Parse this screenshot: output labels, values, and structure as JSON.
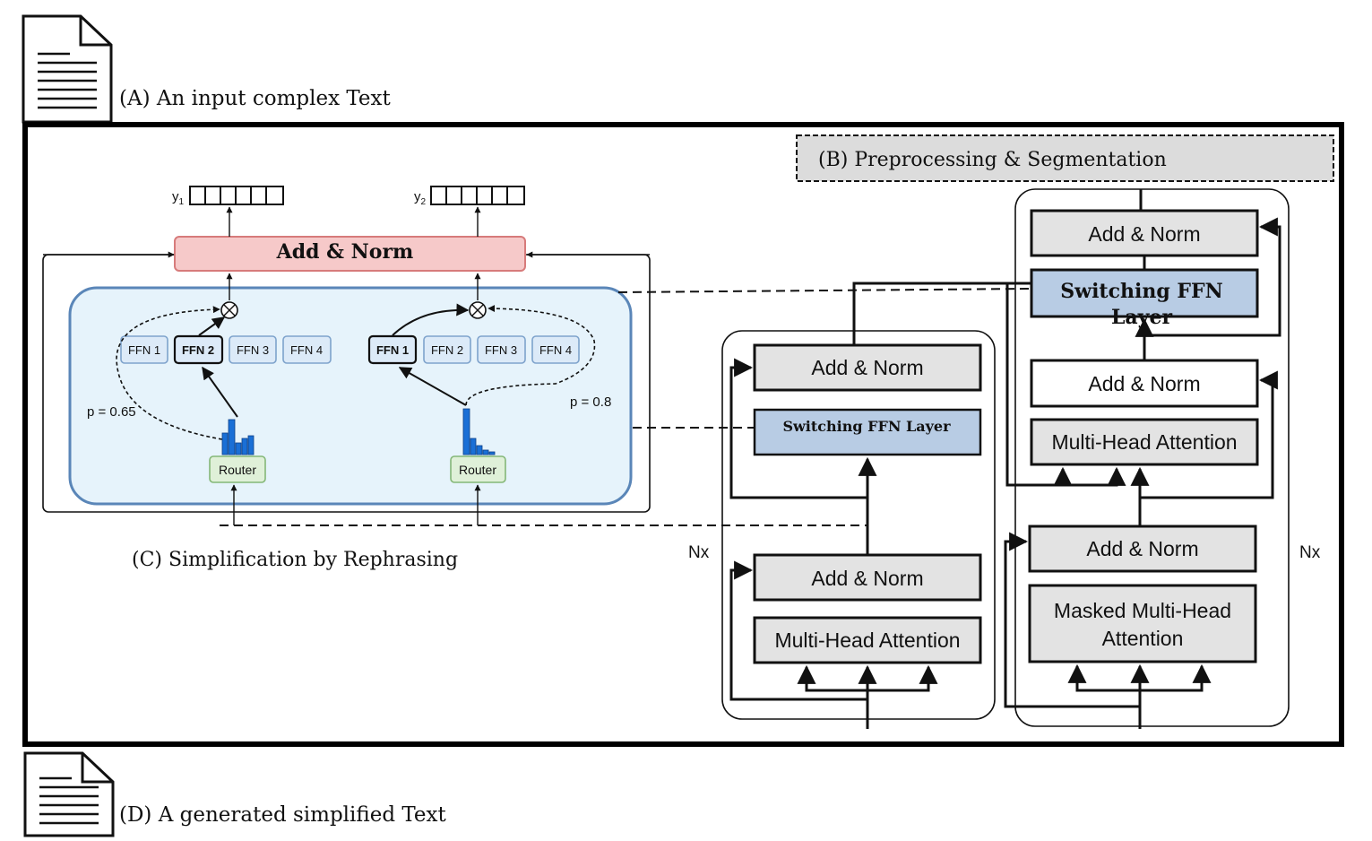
{
  "labels": {
    "input_text": "(A) An input complex Text",
    "preprocessing": "(B) Preprocessing & Segmentation",
    "simplification": "(C) Simplification by Rephrasing",
    "generated_text": "(D) A generated simplified Text"
  },
  "switch_layer": {
    "add_norm": "Add & Norm",
    "y1": "y",
    "y1_sub": "1",
    "y2": "y",
    "y2_sub": "2",
    "left_ffns": [
      "FFN 1",
      "FFN 2",
      "FFN 3",
      "FFN 4"
    ],
    "right_ffns": [
      "FFN 1",
      "FFN 2",
      "FFN 3",
      "FFN 4"
    ],
    "left_selected": 1,
    "right_selected": 0,
    "p_left": "p = 0.65",
    "p_right": "p = 0.8",
    "router": "Router",
    "multiply_symbol": "⊗"
  },
  "encoder": {
    "repeat": "Nx",
    "add_norm_top": "Add & Norm",
    "switch_ffn": "Switching FFN Layer",
    "add_norm_bottom": "Add & Norm",
    "mha": "Multi-Head Attention"
  },
  "decoder": {
    "repeat": "Nx",
    "add_norm_top": "Add & Norm",
    "switch_ffn": "Switching FFN Layer",
    "add_norm_mid": "Add & Norm",
    "mha": "Multi-Head Attention",
    "add_norm_low": "Add & Norm",
    "masked_mha_line1": "Masked Multi-Head",
    "masked_mha_line2": "Attention"
  },
  "colors": {
    "add_norm_pink": "#f6c9c9",
    "add_norm_pink_border": "#d77b7b",
    "moe_panel_fill": "#e6f3fb",
    "moe_panel_border": "#5a86b8",
    "ffn_fill": "#dceaf8",
    "ffn_border": "#7ea3cc",
    "router_fill": "#dff0d8",
    "router_border": "#84b777",
    "bar_blue": "#1a6fd6",
    "gray_box": "#e3e3e3",
    "blue_box": "#b8cce4",
    "banner_gray": "#dcdcdc"
  }
}
